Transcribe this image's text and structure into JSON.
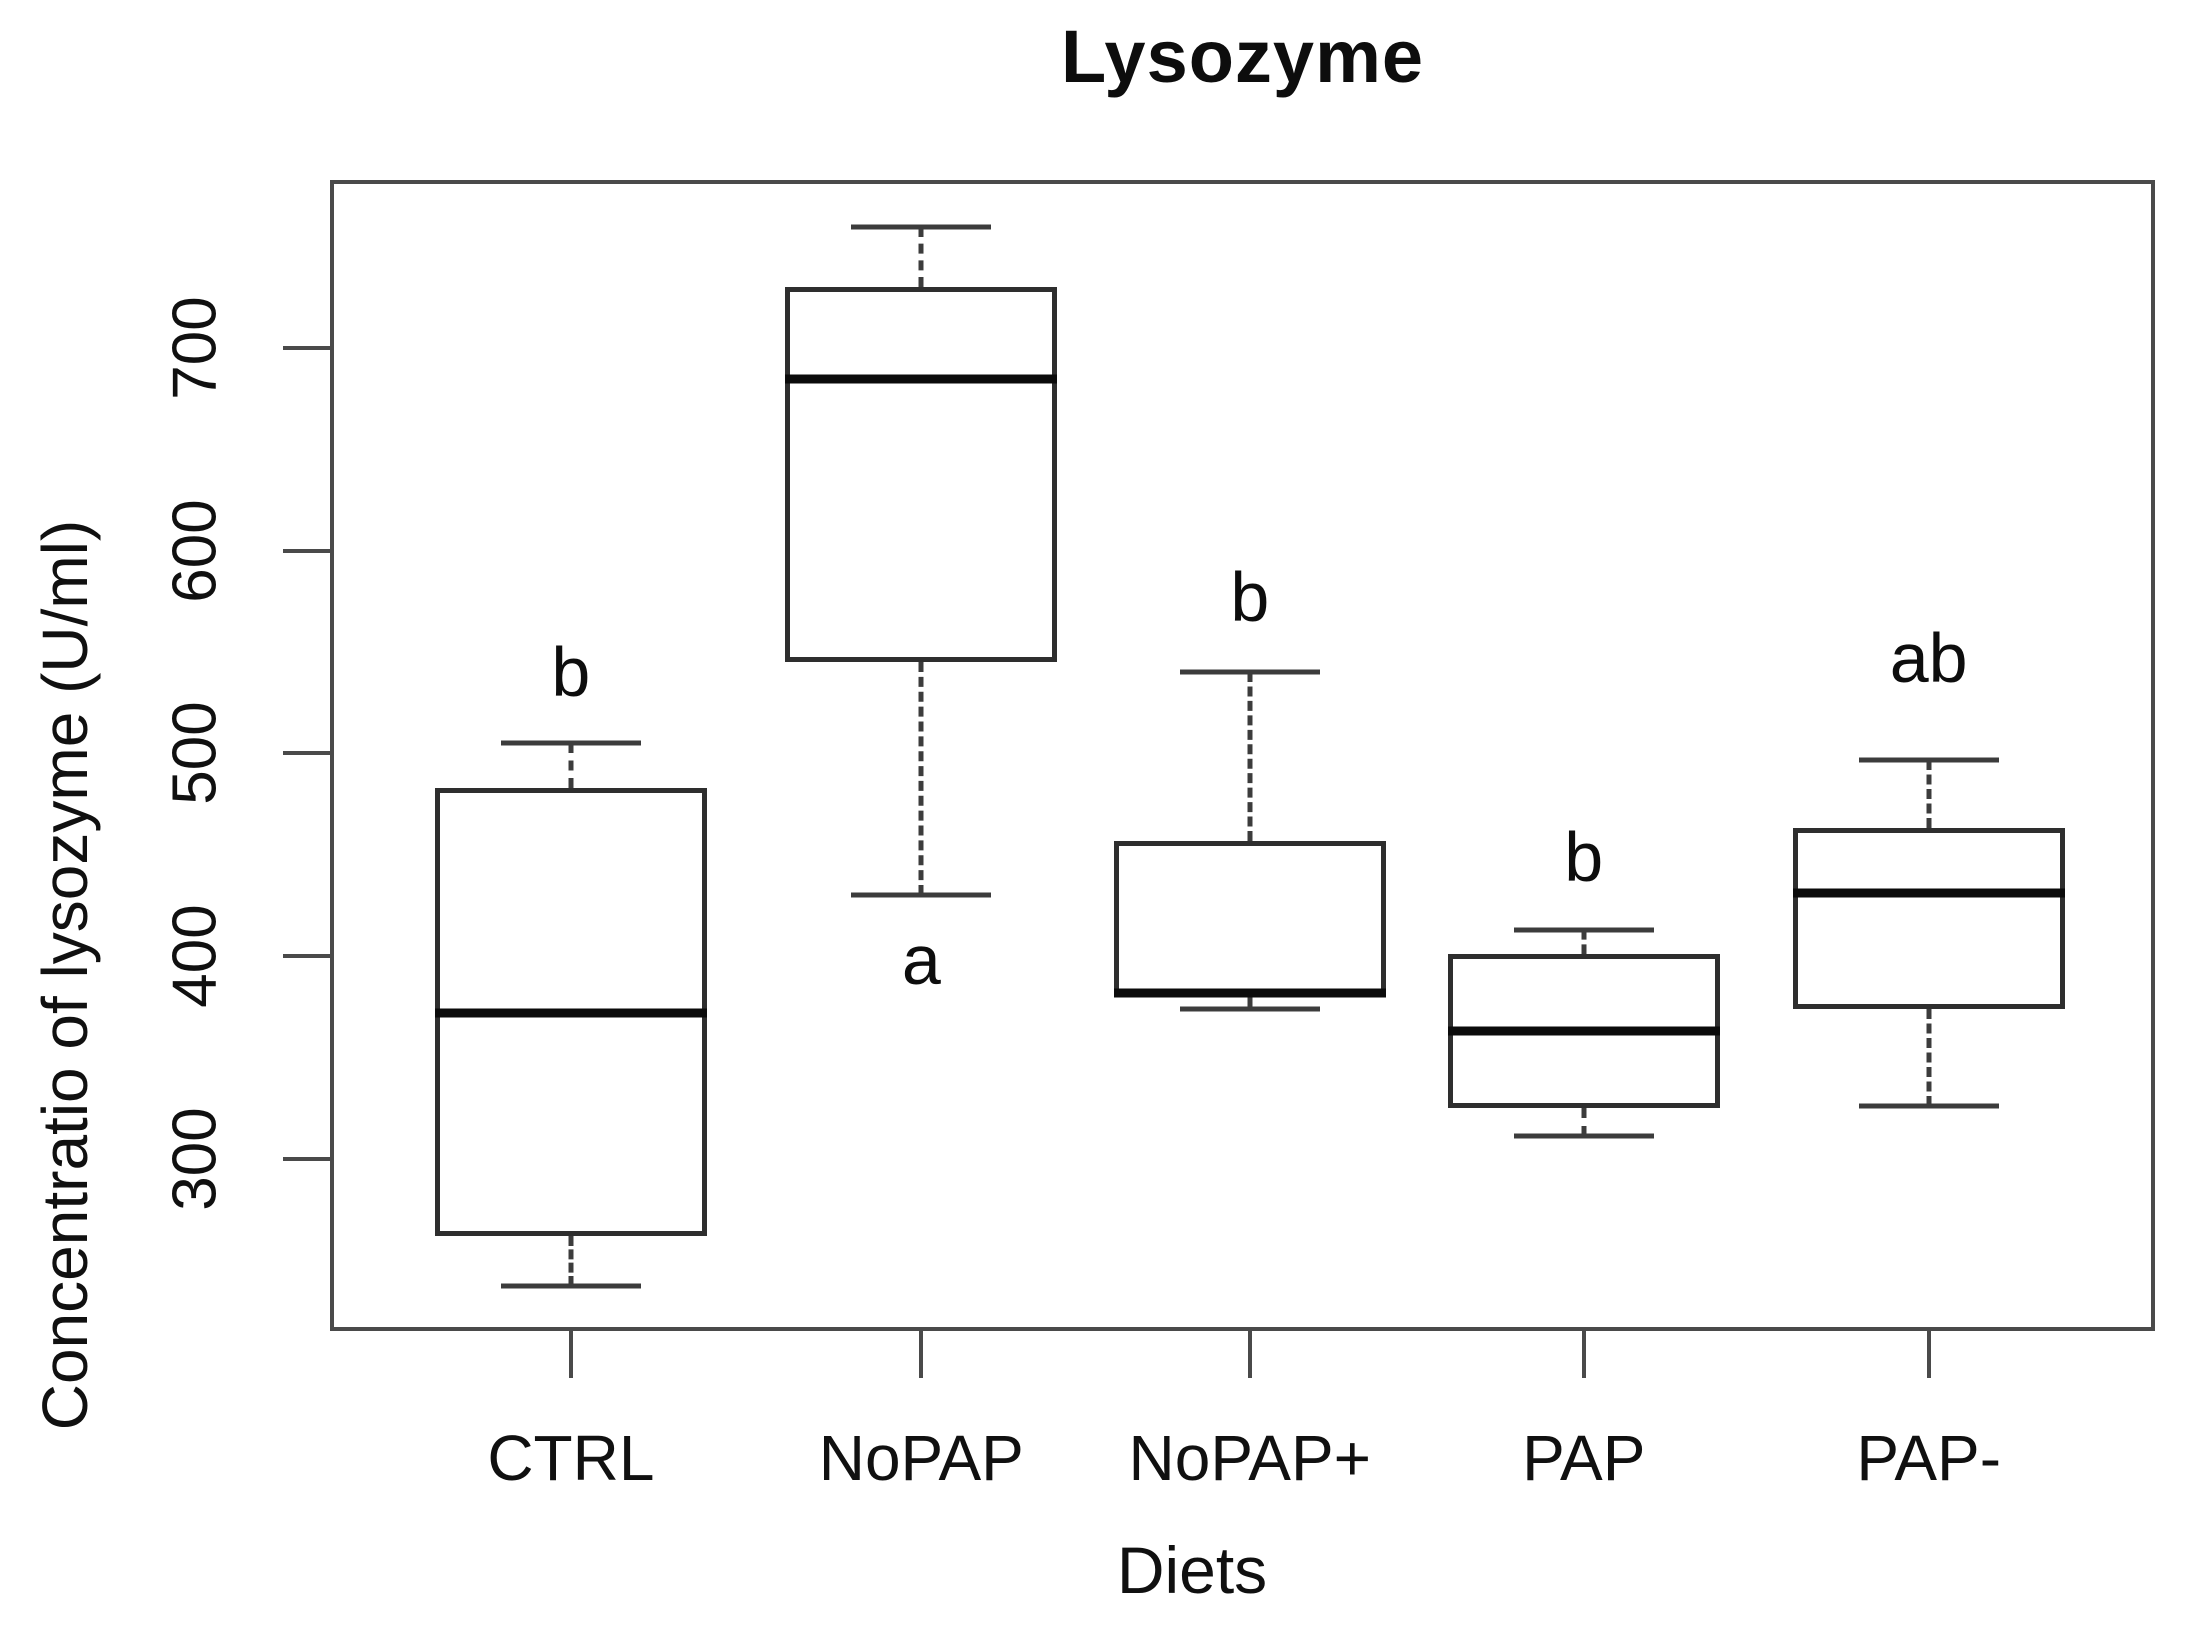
{
  "page": {
    "background": "#ffffff"
  },
  "chart_data": {
    "type": "boxplot",
    "title": "Lysozyme",
    "xlabel": "Diets",
    "ylabel": "Concentratio of lysozyme (U/ml)",
    "ylim": [
      215,
      783
    ],
    "yticks": [
      300,
      400,
      500,
      600,
      700
    ],
    "grid": false,
    "legend": "none",
    "categories": [
      "CTRL",
      "NoPAP",
      "NoPAP+",
      "PAP",
      "PAP-"
    ],
    "x_fractions": [
      0.132,
      0.324,
      0.504,
      0.687,
      0.876
    ],
    "series": [
      {
        "category": "CTRL",
        "min": 237,
        "q1": 262,
        "median": 372,
        "q3": 483,
        "max": 505,
        "sig_letter": "b",
        "letter_value": 540
      },
      {
        "category": "NoPAP",
        "min": 430,
        "q1": 545,
        "median": 685,
        "q3": 730,
        "max": 760,
        "sig_letter": "a",
        "letter_value": 398
      },
      {
        "category": "NoPAP+",
        "min": 374,
        "q1": 381,
        "median": 382,
        "q3": 457,
        "max": 540,
        "sig_letter": "b",
        "letter_value": 577
      },
      {
        "category": "PAP",
        "min": 311,
        "q1": 325,
        "median": 363,
        "q3": 401,
        "max": 413,
        "sig_letter": "b",
        "letter_value": 449
      },
      {
        "category": "PAP-",
        "min": 326,
        "q1": 374,
        "median": 431,
        "q3": 463,
        "max": 497,
        "sig_letter": "ab",
        "letter_value": 547
      }
    ],
    "colors": {
      "frame": "#4a4a4a",
      "box_border": "#2e2e2e",
      "median": "#0b0b0b",
      "whisker": "#3c3c3c",
      "text": "#101010",
      "background": "#ffffff"
    }
  }
}
